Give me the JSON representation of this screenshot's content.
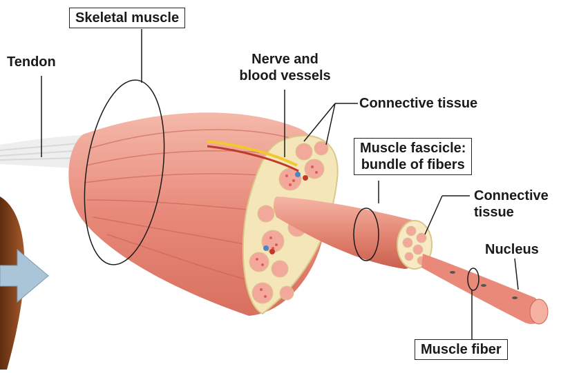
{
  "labels": {
    "skeletal_muscle": "Skeletal muscle",
    "tendon": "Tendon",
    "nerve_vessels_line1": "Nerve and",
    "nerve_vessels_line2": "blood vessels",
    "connective_tissue_top": "Connective tissue",
    "fascicle_line1": "Muscle fascicle:",
    "fascicle_line2": "bundle of fibers",
    "connective_tissue_right_line1": "Connective",
    "connective_tissue_right_line2": "tissue",
    "nucleus": "Nucleus",
    "muscle_fiber": "Muscle fiber"
  },
  "colors": {
    "muscle": "#e8897a",
    "muscle_light": "#f2b3a6",
    "muscle_dark": "#c9604f",
    "sheath": "#f4e6b8",
    "fiber_dot": "#e05a50",
    "nerve": "#f0c830",
    "vessel_blue": "#4a86c8",
    "vessel_red": "#c0392b",
    "arrow": "#aac4d8",
    "skin": "#8a4a20"
  }
}
